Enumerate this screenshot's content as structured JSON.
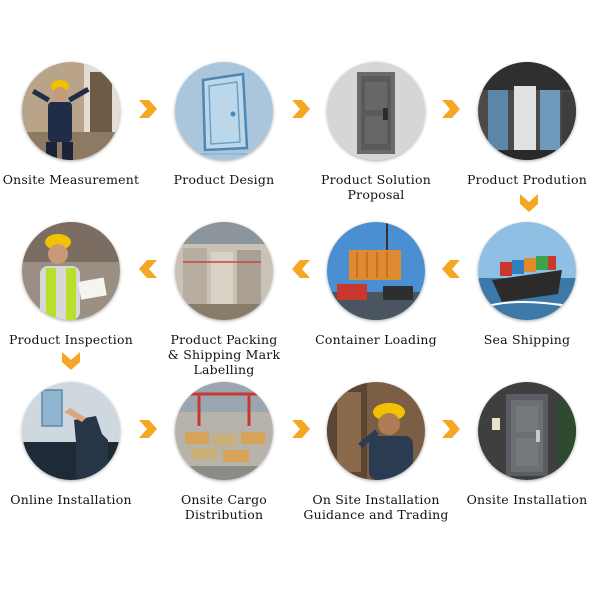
{
  "steps": [
    {
      "label": "Onsite Measurement"
    },
    {
      "label": "Product Design"
    },
    {
      "label": "Product Solution Proposal"
    },
    {
      "label": "Product Prodution"
    },
    {
      "label": "Product Inspection"
    },
    {
      "label": "Product Packing\n& Shipping Mark Labelling"
    },
    {
      "label": "Container Loading"
    },
    {
      "label": "Sea Shipping"
    },
    {
      "label": "Online Installation"
    },
    {
      "label": "Onsite Cargo Distribution"
    },
    {
      "label": "On Site Installation\nGuidance and Trading"
    },
    {
      "label": "Onsite Installation"
    }
  ],
  "colors": {
    "arrow": "#f5a623"
  },
  "icons": {
    "arrow": "chevron-arrow-icon"
  }
}
